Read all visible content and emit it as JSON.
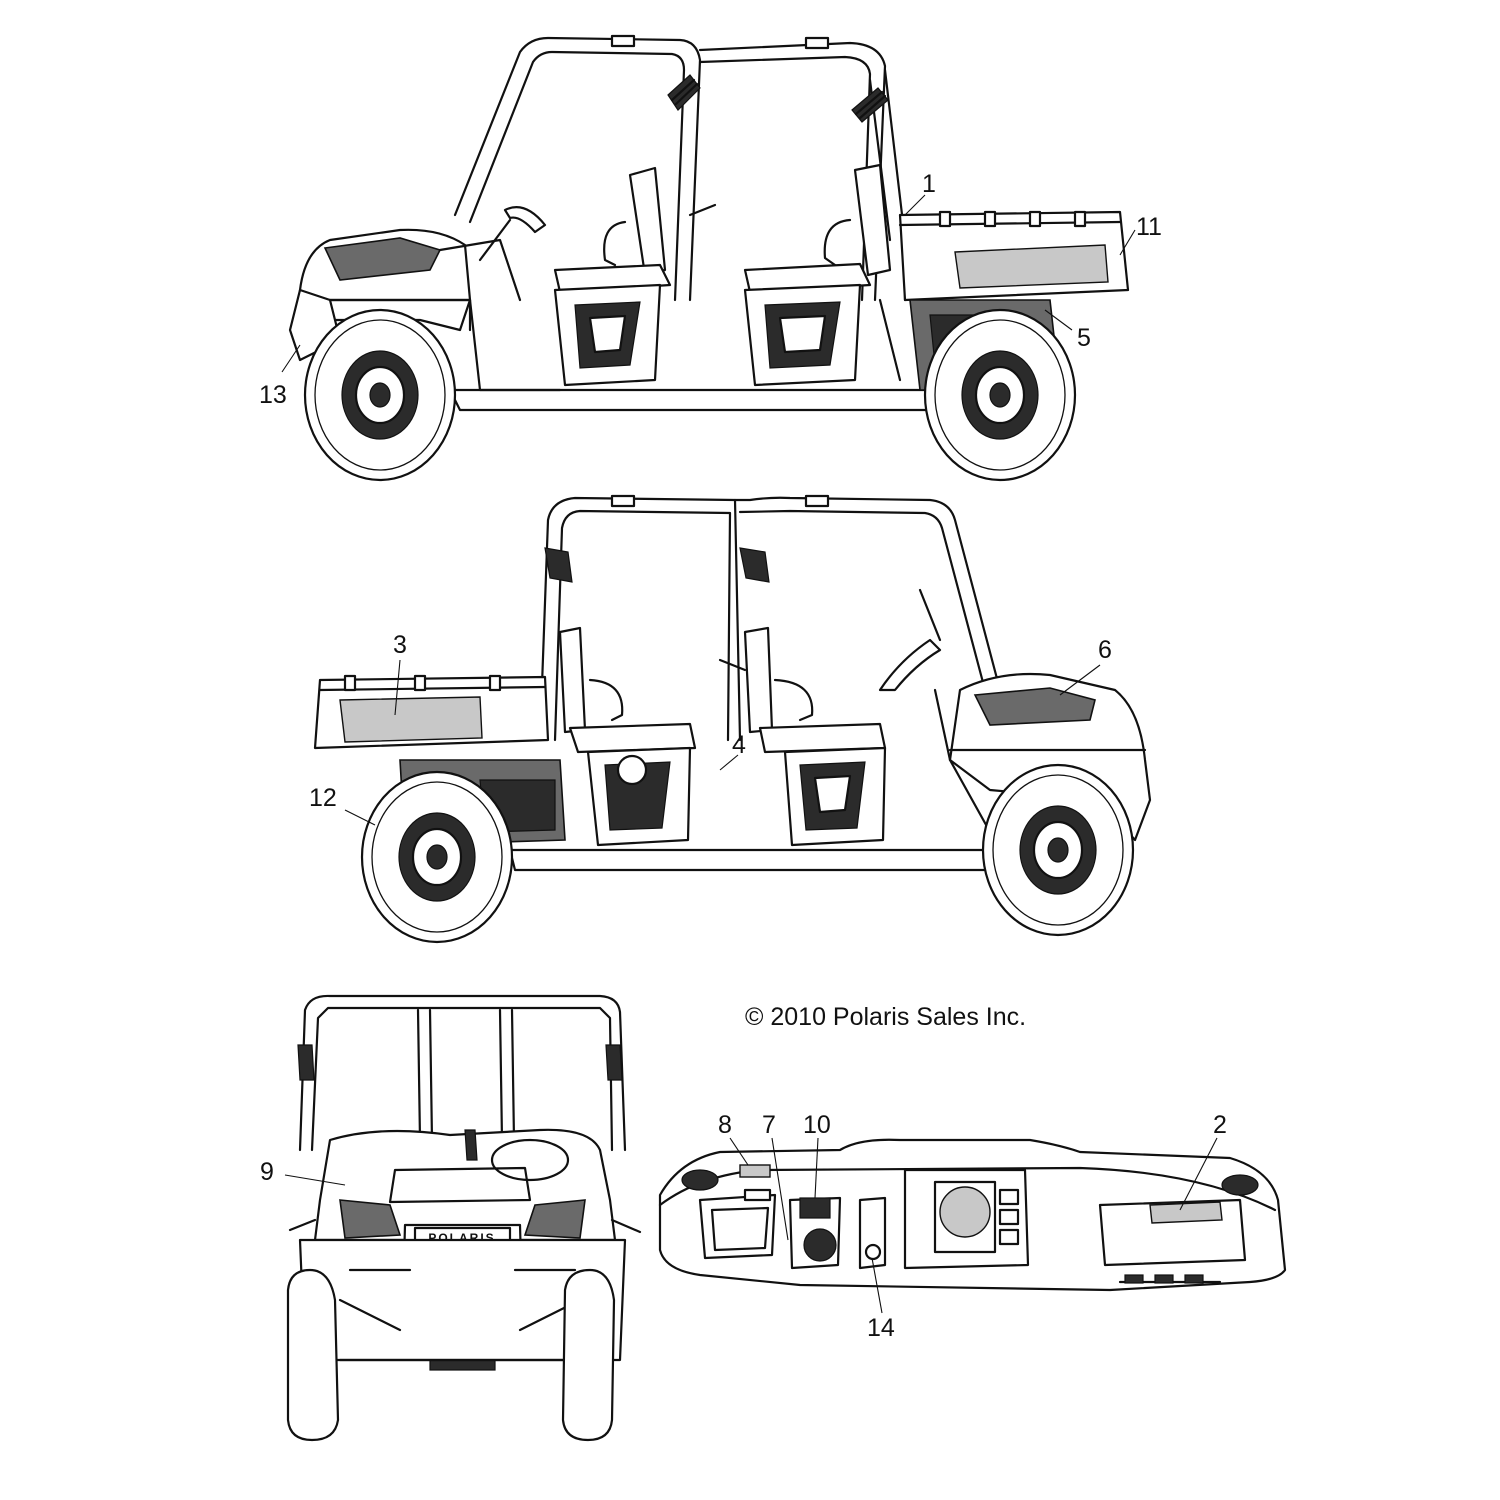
{
  "copyright": "© 2010 Polaris Sales Inc.",
  "callouts": [
    {
      "id": "1",
      "text": "1"
    },
    {
      "id": "2",
      "text": "2"
    },
    {
      "id": "3",
      "text": "3"
    },
    {
      "id": "4",
      "text": "4"
    },
    {
      "id": "5",
      "text": "5"
    },
    {
      "id": "6",
      "text": "6"
    },
    {
      "id": "7",
      "text": "7"
    },
    {
      "id": "8",
      "text": "8"
    },
    {
      "id": "9",
      "text": "9"
    },
    {
      "id": "10",
      "text": "10"
    },
    {
      "id": "11",
      "text": "11"
    },
    {
      "id": "12",
      "text": "12"
    },
    {
      "id": "13",
      "text": "13"
    },
    {
      "id": "14",
      "text": "14"
    }
  ],
  "grille_badge": "POLARIS"
}
